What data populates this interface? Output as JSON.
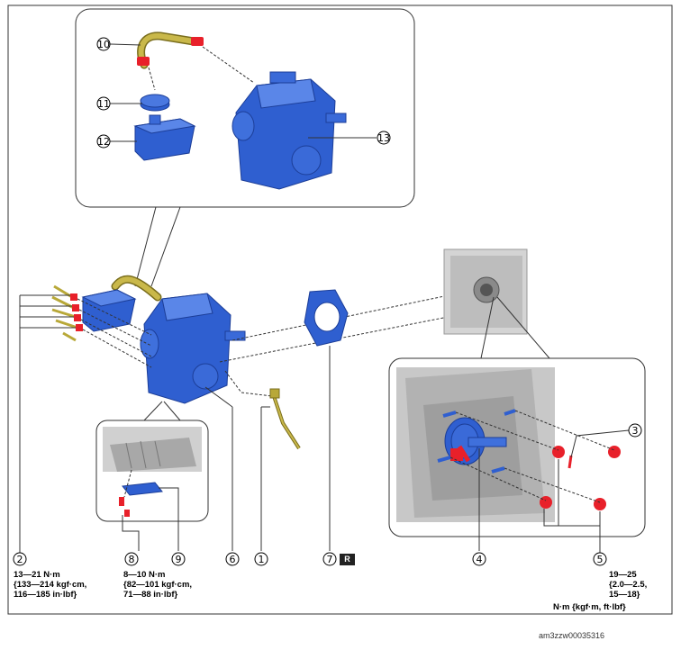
{
  "callouts": {
    "c1": "1",
    "c2": "2",
    "c3": "3",
    "c4": "4",
    "c5": "5",
    "c6": "6",
    "c7": "7",
    "c8": "8",
    "c9": "9",
    "c10": "10",
    "c11": "11",
    "c12": "12",
    "c13": "13"
  },
  "torque_specs": {
    "spec_2": [
      "13—21 N·m",
      "{133—214 kgf·cm,",
      "116—185 in·lbf}"
    ],
    "spec_8": [
      "8—10 N·m",
      "{82—101 kgf·cm,",
      "71—88 in·lbf}"
    ],
    "spec_5": [
      "19—25",
      "{2.0—2.5,",
      "15—18}"
    ]
  },
  "r_badge": "R",
  "unit_legend": "N·m {kgf·m, ft·lbf}",
  "reference_code": "am3zzw00035316",
  "colors": {
    "part_blue": "#2f5fd0",
    "part_blue_dark": "#1c3e98",
    "hose_yellow": "#b8a838",
    "clip_red": "#e8202a",
    "panel_gray": "#cfcfcf"
  }
}
